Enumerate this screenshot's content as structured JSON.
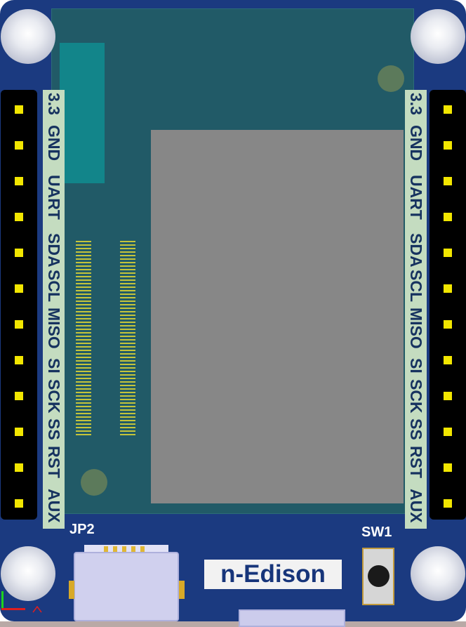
{
  "left_header_labels": [
    "3.3",
    "GND",
    "UART",
    "SDA",
    "SCL",
    "MISO",
    "SI",
    "SCK",
    "SS",
    "RST",
    "AUX"
  ],
  "right_header_labels": [
    "3.3",
    "GND",
    "UART",
    "SDA",
    "SCL",
    "MISO",
    "SI",
    "SCK",
    "SS",
    "RST",
    "AUX"
  ],
  "silkscreen": {
    "connector_ref": "JP2",
    "switch_ref": "SW1",
    "board_name": "n-Edison"
  },
  "colors": {
    "pcb": "#1b3a80",
    "module": "#215a67",
    "shield": "#878787",
    "label_strip": "#c4dcc0",
    "header_pin": "#f2e600"
  }
}
